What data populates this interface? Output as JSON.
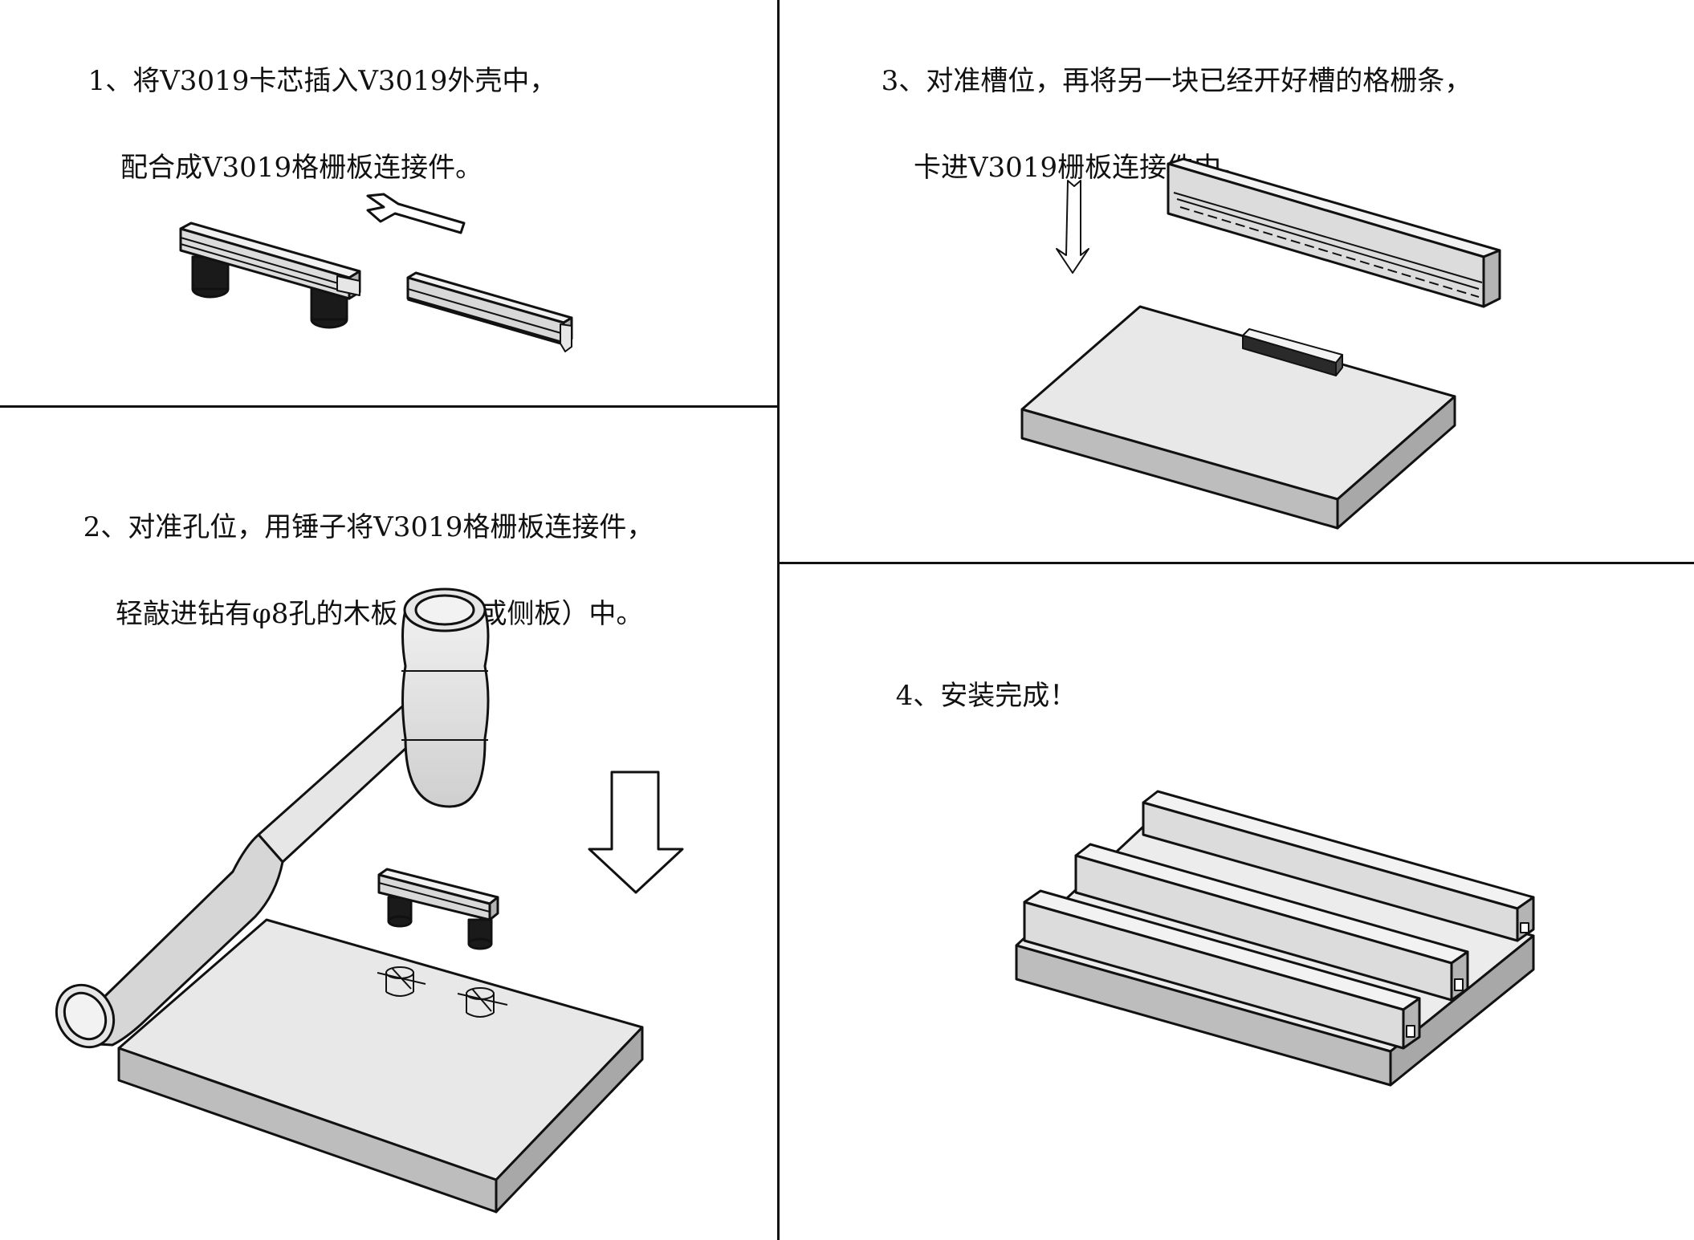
{
  "steps": [
    {
      "line1": "1、将V3019卡芯插入V3019外壳中，",
      "line2": "配合成V3019格栅板连接件。"
    },
    {
      "line1": "2、对准孔位，用锤子将V3019格栅板连接件，",
      "line2": "轻敲进钻有φ8孔的木板（层板或侧板）中。"
    },
    {
      "line1": "3、对准槽位，再将另一块已经开好槽的格栅条，",
      "line2": "卡进V3019栅板连接件中。"
    },
    {
      "line1": "4、安装完成！"
    }
  ],
  "colors": {
    "line": "#111111",
    "face": "#e6e6e6",
    "side": "#b4b4b4",
    "light": "#f2f2f2",
    "dark": "#1a1a1a"
  }
}
